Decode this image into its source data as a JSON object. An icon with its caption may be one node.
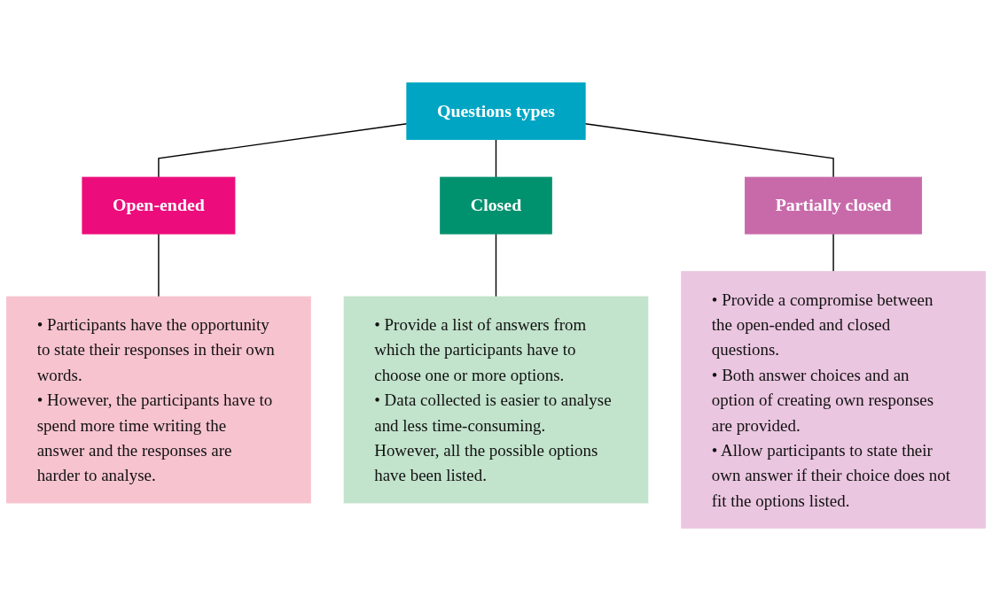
{
  "diagram": {
    "nodes": [
      {
        "text": [
          "Questions types"
        ]
      },
      {
        "text": [
          "Open-ended"
        ]
      },
      {
        "text": [
          "Closed"
        ]
      },
      {
        "text": [
          "Partially closed"
        ]
      },
      {
        "text": [
          "• Participants have the opportunity to state their responses in their own words.",
          "• However, the participants have to spend more time writing the answer and the responses are harder to analyse."
        ]
      },
      {
        "text": [
          "• Provide a list of answers from which the participants have to choose one or more options.",
          "• Data collected is easier to analyse and less time-consuming. However, all the possible options have been listed."
        ]
      },
      {
        "text": [
          "• Provide a compromise between the open-ended and closed questions.",
          "• Both answer choices and an option of creating own responses are provided.",
          "• Allow participants to state their own answer if their choice does not fit the options listed."
        ]
      }
    ],
    "edges": [
      {
        "from": 0,
        "to": 1,
        "arrow": "none"
      },
      {
        "from": 0,
        "to": 2,
        "arrow": "none"
      },
      {
        "from": 0,
        "to": 3,
        "arrow": "none"
      },
      {
        "from": 1,
        "to": 4,
        "arrow": "none"
      },
      {
        "from": 2,
        "to": 5,
        "arrow": "none"
      },
      {
        "from": 3,
        "to": 6,
        "arrow": "none"
      }
    ]
  }
}
